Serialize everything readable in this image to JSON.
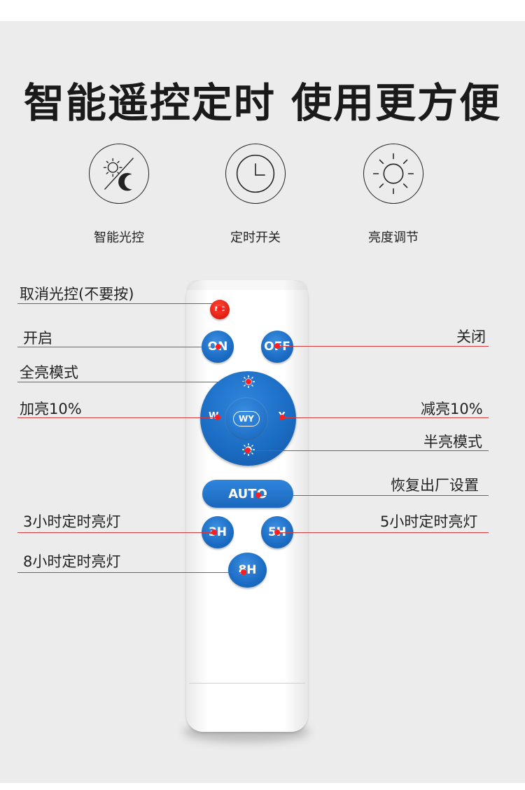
{
  "headline": "智能遥控定时 使用更方便",
  "features": [
    {
      "icon": "day-night-icon",
      "label": "智能光控"
    },
    {
      "icon": "clock-icon",
      "label": "定时开关"
    },
    {
      "icon": "sun-brightness-icon",
      "label": "亮度调节"
    }
  ],
  "remote": {
    "buttons": {
      "nc": "NC",
      "on": "ON",
      "off": "OFF",
      "w": "W",
      "y": "Y",
      "center": "WY",
      "auto": "AUTO",
      "h3": "3H",
      "h5": "5H",
      "h8": "8H"
    }
  },
  "callouts": {
    "cancel_light_control": "取消光控(不要按)",
    "turn_on": "开启",
    "turn_off": "关闭",
    "full_bright": "全亮模式",
    "brighten": "加亮10%",
    "dim": "减亮10%",
    "half_bright": "半亮模式",
    "factory_reset": "恢复出厂设置",
    "timer_3h": "3小时定时亮灯",
    "timer_5h": "5小时定时亮灯",
    "timer_8h": "8小时定时亮灯"
  },
  "colors": {
    "panel": "#ececec",
    "button_blue": "#1b6cc4",
    "nc_red": "#e01c10",
    "callout_line": "#d43a3a"
  }
}
